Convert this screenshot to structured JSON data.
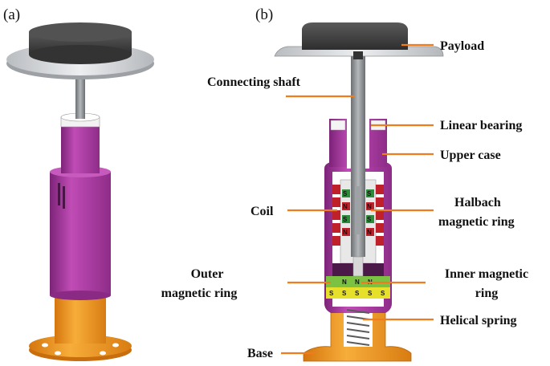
{
  "panels": {
    "a": "(a)",
    "b": "(b)"
  },
  "labels": {
    "payload": "Payload",
    "connecting_shaft": "Connecting shaft",
    "linear_bearing": "Linear bearing",
    "upper_case": "Upper case",
    "coil": "Coil",
    "halbach_line1": "Halbach",
    "halbach_line2": "magnetic ring",
    "outer_line1": "Outer",
    "outer_line2": "magnetic ring",
    "inner_line1": "Inner magnetic",
    "inner_line2": "ring",
    "helical_spring": "Helical spring",
    "base": "Base"
  },
  "magnet_marks": {
    "north": "N",
    "south": "S"
  },
  "colors": {
    "payload": "#4a4a4a",
    "plate": "#cfd2d6",
    "shaft": "#8a8d90",
    "case": "#b03aa6",
    "base": "#f39a1c",
    "leader": "#f07c1e",
    "coil_green": "#2e8b3a",
    "coil_red": "#c0202a",
    "inner_ring_green": "#7cc242",
    "inner_ring_yellow": "#e6e02a"
  }
}
